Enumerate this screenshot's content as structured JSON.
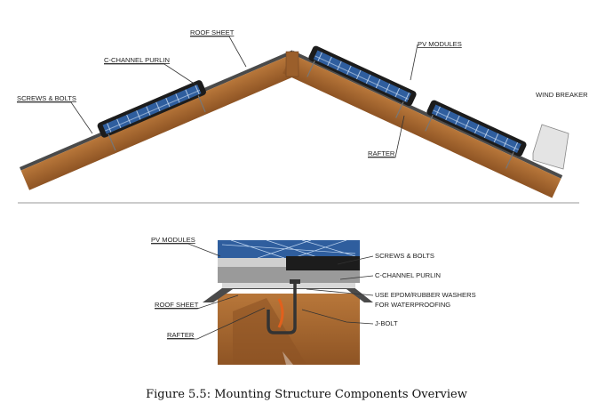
{
  "figure": {
    "caption": "Figure 5.5: Mounting Structure Components Overview",
    "colors": {
      "wood": "#a8682f",
      "sheet": "#4a4a4a",
      "panel": "#2f5e9e",
      "frame": "#1c1c1c"
    },
    "roof_view_labels": {
      "roof_sheet": "ROOF SHEET",
      "c_channel_purlin": "C-CHANNEL PURLIN",
      "screws_bolts": "SCREWS & BOLTS",
      "pv_modules": "PV MODULES",
      "wind_breaker": "WIND BREAKER",
      "rafter": "RAFTER"
    },
    "detail_view_labels": {
      "pv_modules": "PV MODULES",
      "screws_bolts": "SCREWS & BOLTS",
      "c_channel_purlin": "C-CHANNEL PURLIN",
      "washers_line1": "USE EPDM/RUBBER WASHERS",
      "washers_line2": "FOR WATERPROOFING",
      "roof_sheet": "ROOF SHEET",
      "j_bolt": "J-BOLT",
      "rafter": "RAFTER"
    }
  }
}
